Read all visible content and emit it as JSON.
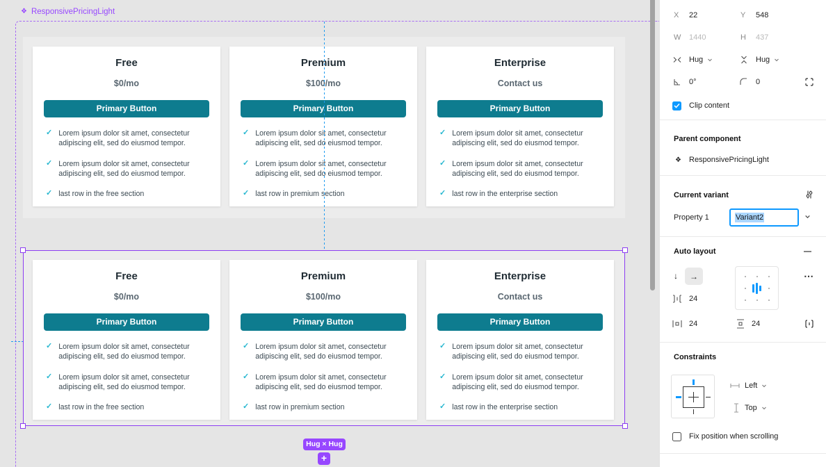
{
  "colors": {
    "accent_purple": "#9747ff",
    "figma_blue": "#0d99ff",
    "button_teal": "#0e7c8f",
    "check_cyan": "#27b7d0",
    "canvas_gray": "#e5e5e5"
  },
  "icons": {
    "component": "❖",
    "check": "✓",
    "arrow_down": "↓",
    "arrow_right": "→",
    "ellipsis": "⋯",
    "minus": "—",
    "plus": "+"
  },
  "canvas": {
    "component_set_label": "ResponsivePricingLight",
    "selection_size_badge": "Hug × Hug"
  },
  "cards": [
    {
      "title": "Free",
      "price": "$0/mo",
      "button_label": "Primary Button",
      "features": [
        "Lorem ipsum dolor sit amet, consectetur adipiscing elit, sed do eiusmod tempor.",
        "Lorem ipsum dolor sit amet, consectetur adipiscing elit, sed do eiusmod tempor.",
        "last row in the free section"
      ]
    },
    {
      "title": "Premium",
      "price": "$100/mo",
      "button_label": "Primary Button",
      "features": [
        "Lorem ipsum dolor sit amet, consectetur adipiscing elit, sed do eiusmod tempor.",
        "Lorem ipsum dolor sit amet, consectetur adipiscing elit, sed do eiusmod tempor.",
        "last row in premium section"
      ]
    },
    {
      "title": "Enterprise",
      "price": "Contact us",
      "button_label": "Primary Button",
      "features": [
        "Lorem ipsum dolor sit amet, consectetur adipiscing elit, sed do eiusmod tempor.",
        "Lorem ipsum dolor sit amet, consectetur adipiscing elit, sed do eiusmod tempor.",
        "last row in the enterprise section"
      ]
    }
  ],
  "panel": {
    "position": {
      "x_label": "X",
      "x_value": "22",
      "y_label": "Y",
      "y_value": "548",
      "w_label": "W",
      "w_value": "1440",
      "h_label": "H",
      "h_value": "437",
      "horizontal_sizing": "Hug",
      "vertical_sizing": "Hug",
      "rotation": "0°",
      "corner_radius": "0",
      "clip_content_label": "Clip content"
    },
    "parent_component": {
      "header": "Parent component",
      "name": "ResponsivePricingLight"
    },
    "current_variant": {
      "header": "Current variant",
      "property_label": "Property 1",
      "property_value": "Variant2"
    },
    "auto_layout": {
      "header": "Auto layout",
      "item_spacing": "24",
      "horizontal_padding": "24",
      "vertical_padding": "24"
    },
    "constraints": {
      "header": "Constraints",
      "horizontal": "Left",
      "vertical": "Top",
      "fix_position_label": "Fix position when scrolling"
    }
  }
}
